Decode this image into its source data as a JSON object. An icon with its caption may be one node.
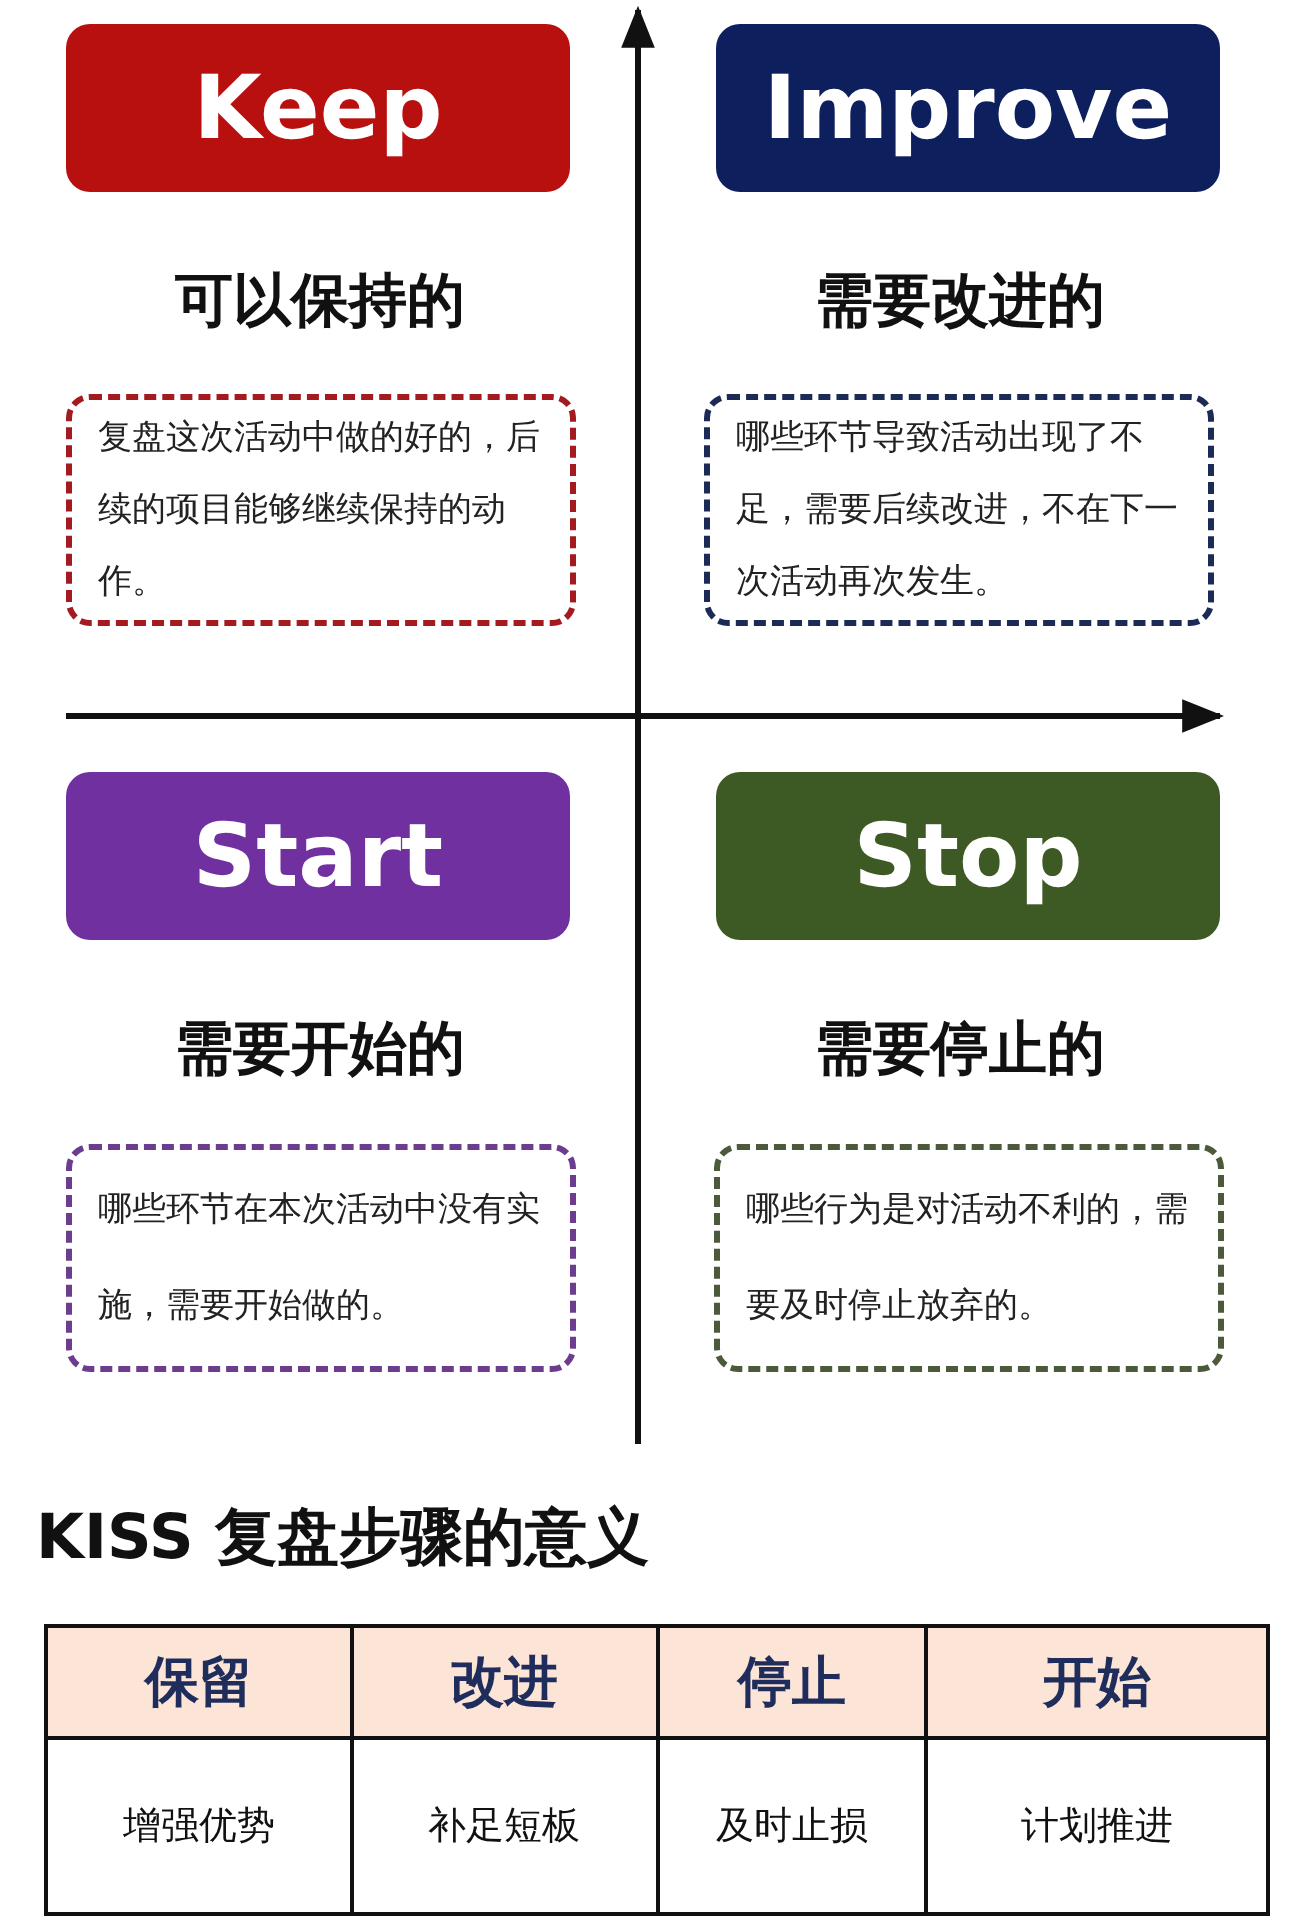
{
  "diagram": {
    "nodes": [
      {
        "text": [
          "Keep"
        ]
      },
      {
        "text": [
          "Improve"
        ]
      },
      {
        "text": [
          "复盘这次活动中做的好的，后续的项目能够继续保持的动作。"
        ]
      },
      {
        "text": [
          "哪些环节导致活动出现了不足，需要后续改进，不在下一次活动再次发生。"
        ]
      },
      {
        "text": [
          "Start"
        ]
      },
      {
        "text": [
          "Stop"
        ]
      },
      {
        "text": [
          "哪些环节在本次活动中没有实施，需要开始做的。"
        ]
      },
      {
        "text": [
          "哪些行为是对活动不利的，需要及时停止放弃的。"
        ]
      }
    ],
    "labels": [
      "可以保持的",
      "需要改进的",
      "需要开始的",
      "需要停止的",
      "KISS 复盘步骤的意义",
      "保留",
      "改进",
      "停止",
      "开始",
      "增强优势",
      "补足短板",
      "及时止损",
      "计划推进"
    ]
  }
}
